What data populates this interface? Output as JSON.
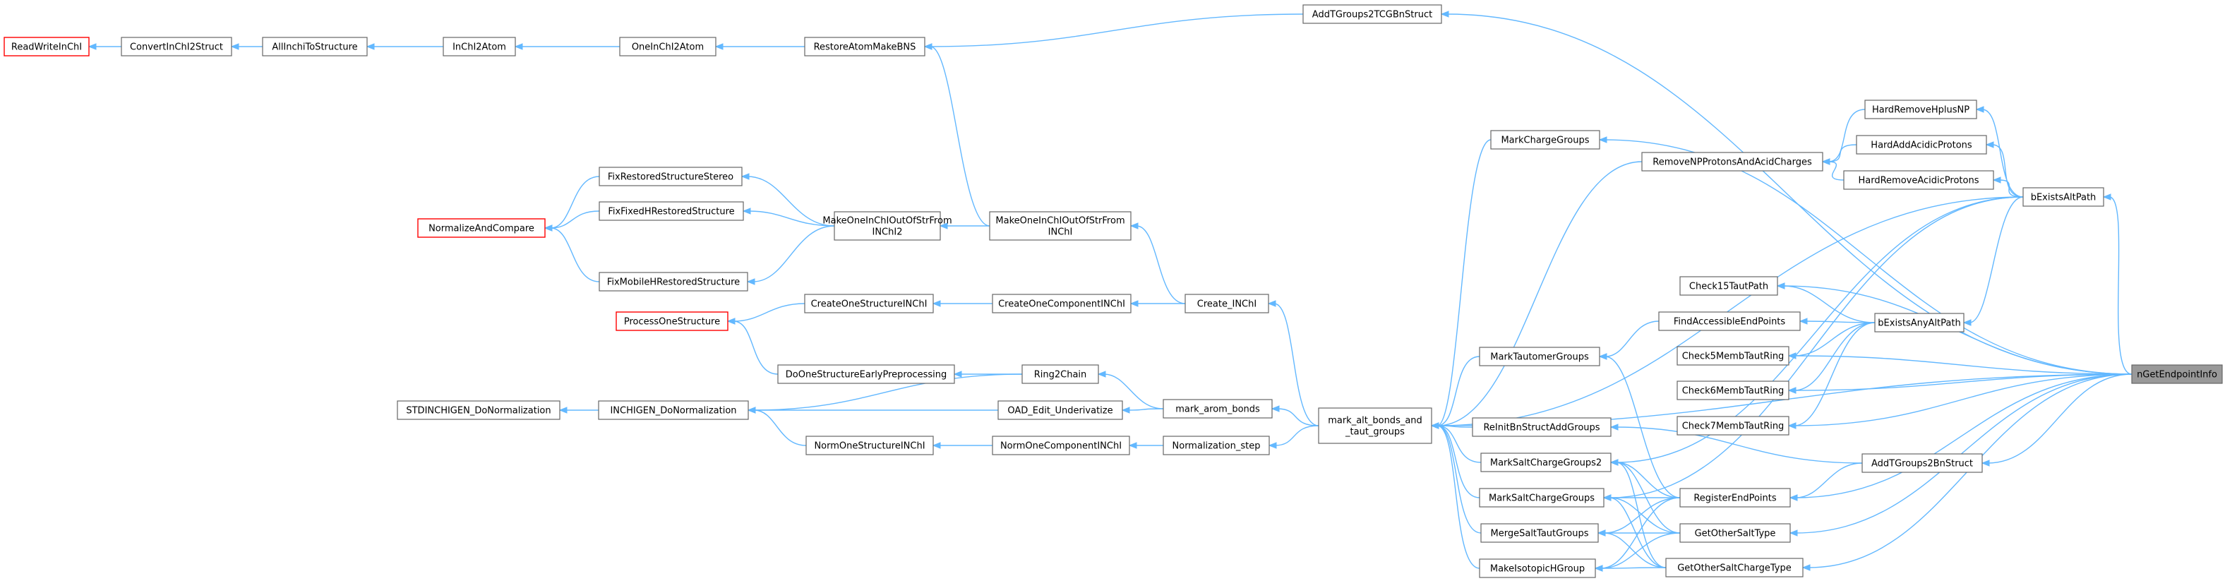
{
  "graph": {
    "accent_color": "#63b8ff",
    "nodes": [
      {
        "id": "rwi",
        "label": [
          "ReadWriteInChI"
        ],
        "style": "red"
      },
      {
        "id": "cis",
        "label": [
          "ConvertInChI2Struct"
        ]
      },
      {
        "id": "aits",
        "label": [
          "AllInchiToStructure"
        ]
      },
      {
        "id": "ic2a",
        "label": [
          "InChI2Atom"
        ]
      },
      {
        "id": "oic2a",
        "label": [
          "OneInChI2Atom"
        ]
      },
      {
        "id": "ramb",
        "label": [
          "RestoreAtomMakeBNS"
        ]
      },
      {
        "id": "atg",
        "label": [
          "AddTGroups2TCGBnStruct"
        ]
      },
      {
        "id": "frss",
        "label": [
          "FixRestoredStructureStereo"
        ]
      },
      {
        "id": "ffh",
        "label": [
          "FixFixedHRestoredStructure"
        ]
      },
      {
        "id": "fmh",
        "label": [
          "FixMobileHRestoredStructure"
        ]
      },
      {
        "id": "nac",
        "label": [
          "NormalizeAndCompare"
        ],
        "style": "red"
      },
      {
        "id": "moi2",
        "label": [
          "MakeOneInChIOutOfStrFrom",
          "INChI2"
        ]
      },
      {
        "id": "moi",
        "label": [
          "MakeOneInChIOutOfStrFrom",
          "INChI"
        ]
      },
      {
        "id": "pos",
        "label": [
          "ProcessOneStructure"
        ],
        "style": "red"
      },
      {
        "id": "cosi",
        "label": [
          "CreateOneStructureINChI"
        ]
      },
      {
        "id": "coci",
        "label": [
          "CreateOneComponentINChI"
        ]
      },
      {
        "id": "ci",
        "label": [
          "Create_INChI"
        ]
      },
      {
        "id": "dose",
        "label": [
          "DoOneStructureEarlyPreprocessing"
        ]
      },
      {
        "id": "r2c",
        "label": [
          "Ring2Chain"
        ]
      },
      {
        "id": "sdn",
        "label": [
          "STDINCHIGEN_DoNormalization"
        ]
      },
      {
        "id": "idn",
        "label": [
          "INCHIGEN_DoNormalization"
        ]
      },
      {
        "id": "oad",
        "label": [
          "OAD_Edit_Underivatize"
        ]
      },
      {
        "id": "mab",
        "label": [
          "mark_arom_bonds"
        ]
      },
      {
        "id": "nosi",
        "label": [
          "NormOneStructureINChI"
        ]
      },
      {
        "id": "noci",
        "label": [
          "NormOneComponentINChI"
        ]
      },
      {
        "id": "ns",
        "label": [
          "Normalization_step"
        ]
      },
      {
        "id": "mabt",
        "label": [
          "mark_alt_bonds_and",
          "_taut_groups"
        ]
      },
      {
        "id": "mcg",
        "label": [
          "MarkChargeGroups"
        ]
      },
      {
        "id": "mtg",
        "label": [
          "MarkTautomerGroups"
        ]
      },
      {
        "id": "ribs",
        "label": [
          "ReInitBnStructAddGroups"
        ]
      },
      {
        "id": "mscg2",
        "label": [
          "MarkSaltChargeGroups2"
        ]
      },
      {
        "id": "mscg",
        "label": [
          "MarkSaltChargeGroups"
        ]
      },
      {
        "id": "mstg",
        "label": [
          "MergeSaltTautGroups"
        ]
      },
      {
        "id": "mihg",
        "label": [
          "MakeIsotopicHGroup"
        ]
      },
      {
        "id": "rnp",
        "label": [
          "RemoveNPProtonsAndAcidCharges"
        ]
      },
      {
        "id": "hrhp",
        "label": [
          "HardRemoveHplusNP"
        ]
      },
      {
        "id": "haap",
        "label": [
          "HardAddAcidicProtons"
        ]
      },
      {
        "id": "hrap",
        "label": [
          "HardRemoveAcidicProtons"
        ]
      },
      {
        "id": "beap",
        "label": [
          "bExistsAltPath"
        ]
      },
      {
        "id": "c15",
        "label": [
          "Check15TautPath"
        ]
      },
      {
        "id": "fae",
        "label": [
          "FindAccessibleEndPoints"
        ]
      },
      {
        "id": "beaap",
        "label": [
          "bExistsAnyAltPath"
        ]
      },
      {
        "id": "c5",
        "label": [
          "Check5MembTautRing"
        ]
      },
      {
        "id": "c6",
        "label": [
          "Check6MembTautRing"
        ]
      },
      {
        "id": "c7",
        "label": [
          "Check7MembTautRing"
        ]
      },
      {
        "id": "ag2",
        "label": [
          "AddTGroups2BnStruct"
        ]
      },
      {
        "id": "rep",
        "label": [
          "RegisterEndPoints"
        ]
      },
      {
        "id": "gost",
        "label": [
          "GetOtherSaltType"
        ]
      },
      {
        "id": "gosct",
        "label": [
          "GetOtherSaltChargeType"
        ]
      },
      {
        "id": "ngei",
        "label": [
          "nGetEndpointInfo"
        ],
        "style": "root"
      }
    ],
    "edges": [
      [
        "rwi",
        "cis"
      ],
      [
        "cis",
        "aits"
      ],
      [
        "aits",
        "ic2a"
      ],
      [
        "ic2a",
        "oic2a"
      ],
      [
        "oic2a",
        "ramb"
      ],
      [
        "ramb",
        "atg"
      ],
      [
        "atg",
        "ngei"
      ],
      [
        "nac",
        "frss"
      ],
      [
        "nac",
        "ffh"
      ],
      [
        "nac",
        "fmh"
      ],
      [
        "frss",
        "moi2"
      ],
      [
        "ffh",
        "moi2"
      ],
      [
        "fmh",
        "moi2"
      ],
      [
        "moi2",
        "moi"
      ],
      [
        "moi",
        "ramb"
      ],
      [
        "pos",
        "cosi"
      ],
      [
        "cosi",
        "coci"
      ],
      [
        "coci",
        "ci"
      ],
      [
        "ci",
        "moi"
      ],
      [
        "pos",
        "dose"
      ],
      [
        "dose",
        "r2c"
      ],
      [
        "idn",
        "r2c"
      ],
      [
        "idn",
        "oad"
      ],
      [
        "sdn",
        "idn"
      ],
      [
        "idn",
        "nosi"
      ],
      [
        "nosi",
        "noci"
      ],
      [
        "noci",
        "ns"
      ],
      [
        "r2c",
        "mab"
      ],
      [
        "oad",
        "mab"
      ],
      [
        "mab",
        "mabt"
      ],
      [
        "ns",
        "mabt"
      ],
      [
        "ci",
        "mabt"
      ],
      [
        "mabt",
        "mcg"
      ],
      [
        "mabt",
        "mtg"
      ],
      [
        "mabt",
        "ribs"
      ],
      [
        "mabt",
        "mscg2"
      ],
      [
        "mabt",
        "mscg"
      ],
      [
        "mabt",
        "mstg"
      ],
      [
        "mabt",
        "mihg"
      ],
      [
        "mabt",
        "rnp"
      ],
      [
        "mabt",
        "beap"
      ],
      [
        "mabt",
        "ngei"
      ],
      [
        "mcg",
        "ngei"
      ],
      [
        "rnp",
        "hrhp"
      ],
      [
        "rnp",
        "haap"
      ],
      [
        "rnp",
        "hrap"
      ],
      [
        "hrhp",
        "beap"
      ],
      [
        "haap",
        "beap"
      ],
      [
        "hrap",
        "beap"
      ],
      [
        "mtg",
        "fae"
      ],
      [
        "fae",
        "beaap"
      ],
      [
        "beaap",
        "beap"
      ],
      [
        "beap",
        "ngei"
      ],
      [
        "c15",
        "beaap"
      ],
      [
        "c5",
        "beaap"
      ],
      [
        "c6",
        "beaap"
      ],
      [
        "c7",
        "beaap"
      ],
      [
        "c15",
        "ngei"
      ],
      [
        "c5",
        "ngei"
      ],
      [
        "c6",
        "ngei"
      ],
      [
        "c7",
        "ngei"
      ],
      [
        "ribs",
        "ag2"
      ],
      [
        "ag2",
        "ngei"
      ],
      [
        "rep",
        "ag2"
      ],
      [
        "mtg",
        "rep"
      ],
      [
        "mscg2",
        "rep"
      ],
      [
        "mscg",
        "rep"
      ],
      [
        "mstg",
        "rep"
      ],
      [
        "mihg",
        "rep"
      ],
      [
        "mscg2",
        "gost"
      ],
      [
        "mscg",
        "gost"
      ],
      [
        "mstg",
        "gost"
      ],
      [
        "mihg",
        "gost"
      ],
      [
        "mscg2",
        "gosct"
      ],
      [
        "mscg",
        "gosct"
      ],
      [
        "mstg",
        "gosct"
      ],
      [
        "mihg",
        "gosct"
      ],
      [
        "rep",
        "ngei"
      ],
      [
        "gost",
        "ngei"
      ],
      [
        "gosct",
        "ngei"
      ],
      [
        "mscg2",
        "beap"
      ],
      [
        "mscg",
        "beap"
      ]
    ]
  }
}
